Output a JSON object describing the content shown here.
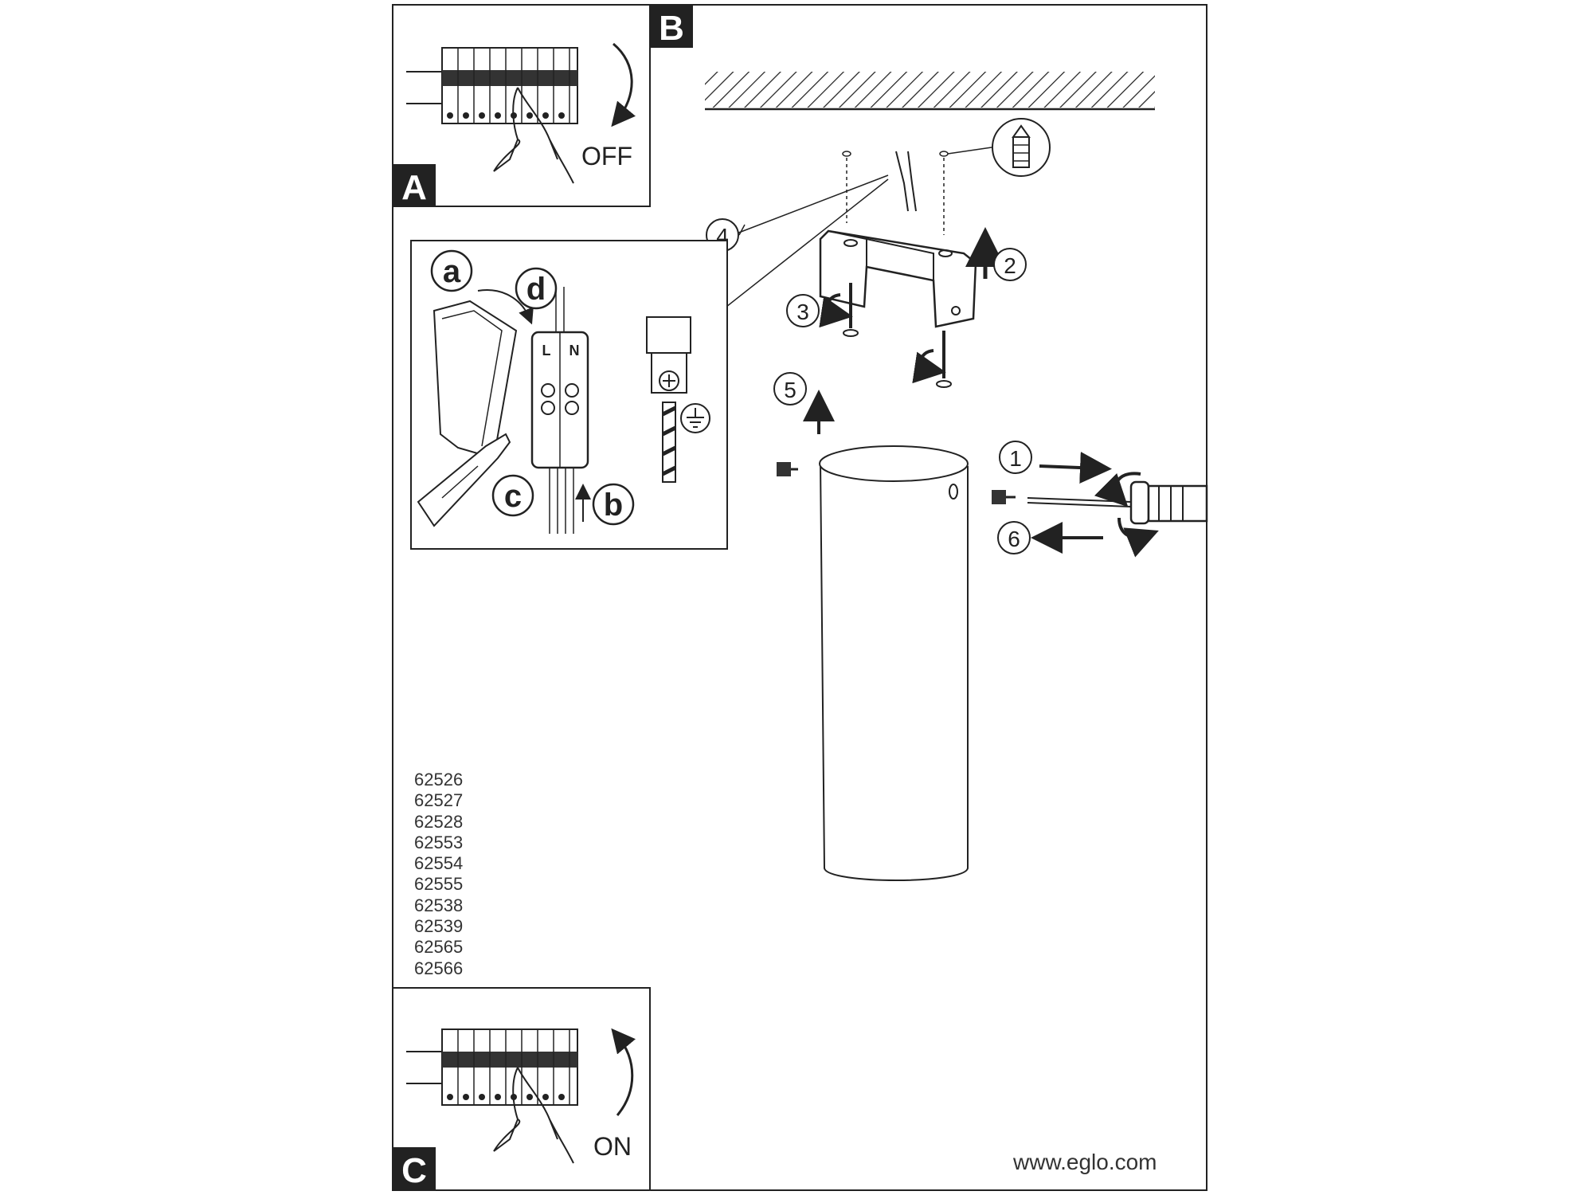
{
  "panels": {
    "a_label": "A",
    "b_label": "B",
    "c_label": "C",
    "off_label": "OFF",
    "on_label": "ON"
  },
  "steps": {
    "s1": "1",
    "s2": "2",
    "s3": "3",
    "s4": "4",
    "s5": "5",
    "s6": "6"
  },
  "wiring": {
    "a": "a",
    "b": "b",
    "c": "c",
    "d": "d",
    "terminal_l": "L",
    "terminal_n": "N"
  },
  "models": [
    "62526",
    "62527",
    "62528",
    "62553",
    "62554",
    "62555",
    "62538",
    "62539",
    "62565",
    "62566"
  ],
  "website": "www.eglo.com"
}
